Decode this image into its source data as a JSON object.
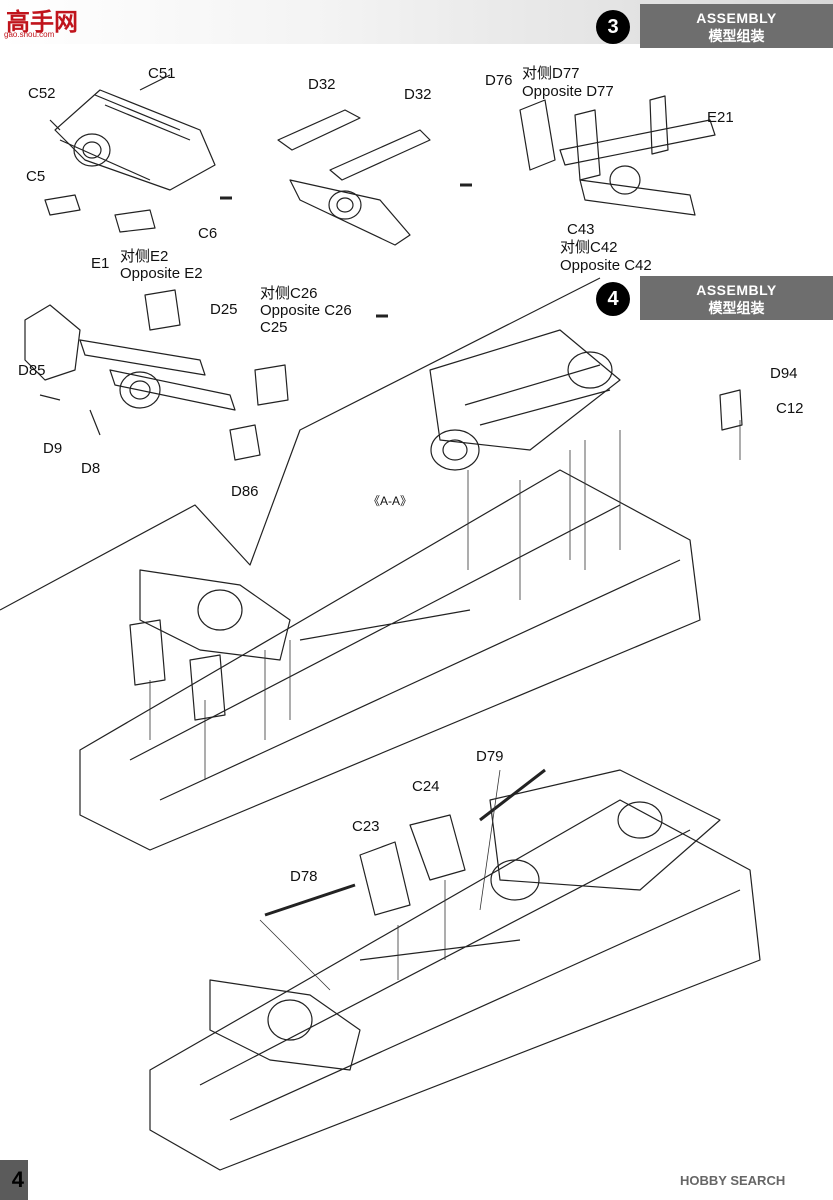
{
  "watermark": {
    "logo_text": "高手网",
    "url": "gao.shou.com"
  },
  "steps": [
    {
      "number": "3",
      "title_en": "ASSEMBLY",
      "title_cn": "模型组装"
    },
    {
      "number": "4",
      "title_en": "ASSEMBLY",
      "title_cn": "模型组装"
    }
  ],
  "labels": {
    "c51": "C51",
    "c52": "C52",
    "c5": "C5",
    "c6": "C6",
    "d32a": "D32",
    "d32b": "D32",
    "d76": "D76",
    "d77_cn": "对侧D77",
    "d77_en": "Opposite D77",
    "e21": "E21",
    "c43": "C43",
    "c42_cn": "对侧C42",
    "c42_en": "Opposite C42",
    "e1": "E1",
    "e2_cn": "对侧E2",
    "e2_en": "Opposite E2",
    "c26_cn": "对侧C26",
    "c26_en": "Opposite C26",
    "c25": "C25",
    "d25": "D25",
    "d85": "D85",
    "d9": "D9",
    "d8": "D8",
    "d86": "D86",
    "d94": "D94",
    "c12": "C12",
    "aa": "《A-A》",
    "d79": "D79",
    "c24": "C24",
    "c23": "C23",
    "d78": "D78"
  },
  "page_number": "4",
  "footer_brand": "HOBBY SEARCH"
}
